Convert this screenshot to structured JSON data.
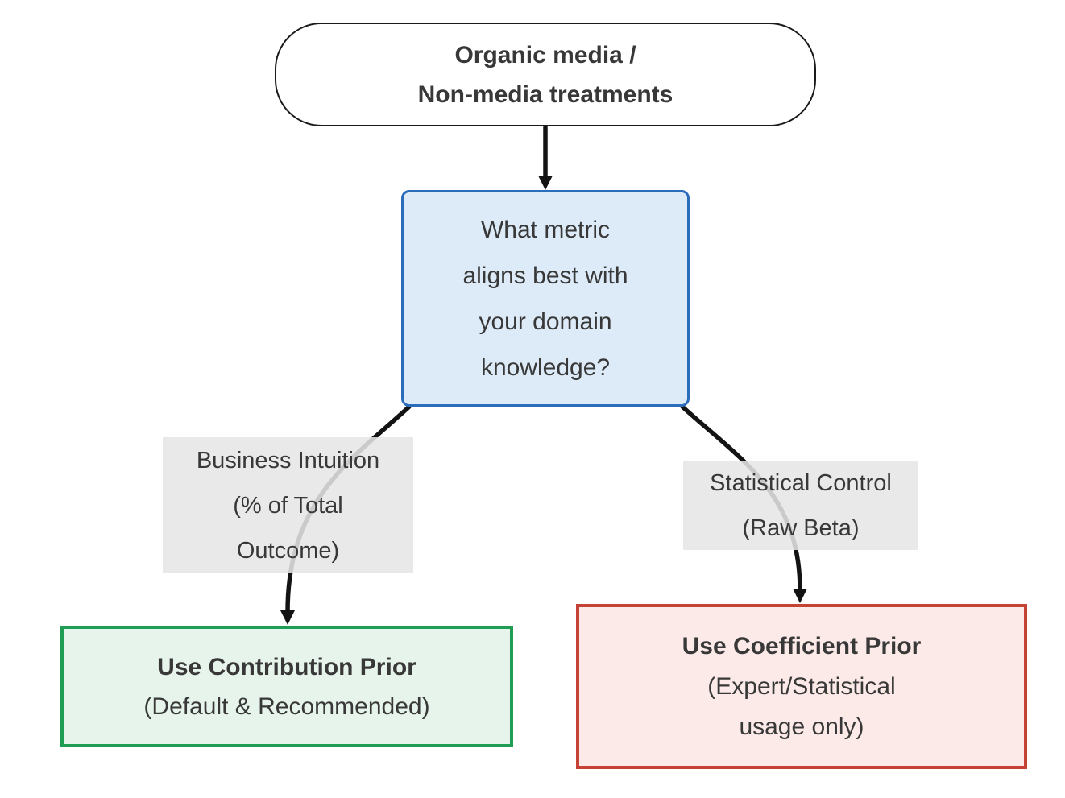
{
  "colors": {
    "page_bg": "#ffffff",
    "text": "#383838",
    "edge": "#131313",
    "start_fill": "#ffffff",
    "start_border": "#1a1a1a",
    "decision_fill": "#ddebf8",
    "decision_border": "#2c6dbb",
    "label_bg": "rgba(230,230,230,0.87)",
    "green_fill": "#e7f4eb",
    "green_border": "#1f9d55",
    "red_fill": "#fceae8",
    "red_border": "#c64237"
  },
  "nodes": {
    "start": {
      "lines": [
        "Organic media /",
        "Non-media treatments"
      ]
    },
    "decision": {
      "lines": [
        "What metric",
        "aligns best with",
        "your domain",
        "knowledge?"
      ]
    },
    "contribution": {
      "title": "Use Contribution Prior",
      "subtitle": "(Default & Recommended)"
    },
    "coefficient": {
      "title": "Use Coefficient Prior",
      "subtitle_lines": [
        "(Expert/Statistical",
        "usage only)"
      ]
    }
  },
  "edge_labels": {
    "business_intuition": {
      "lines": [
        "Business Intuition",
        "(% of Total",
        "Outcome)"
      ]
    },
    "statistical_control": {
      "lines": [
        "Statistical Control",
        "(Raw Beta)"
      ]
    }
  }
}
